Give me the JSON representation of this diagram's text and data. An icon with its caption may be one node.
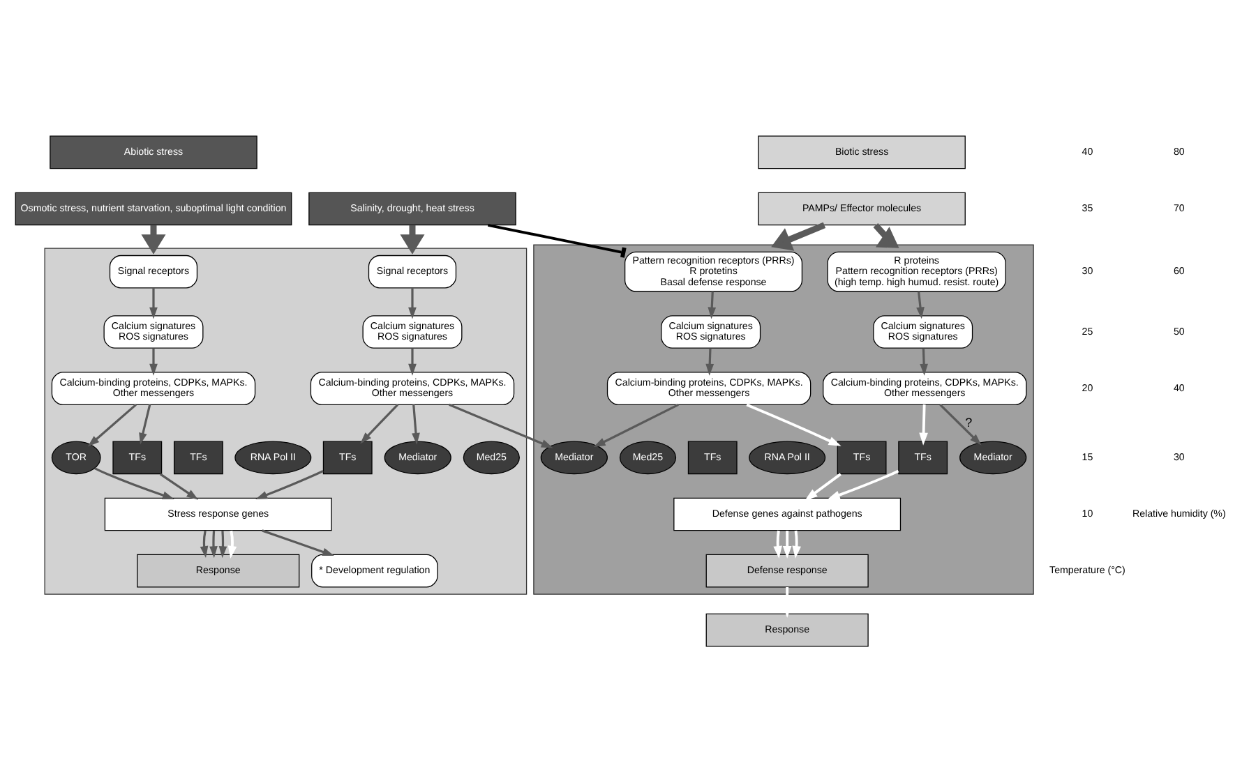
{
  "diagram": {
    "nodes": [
      {
        "text": [
          "Abiotic stress"
        ]
      },
      {
        "text": [
          "Biotic stress"
        ]
      },
      {
        "text": [
          "Osmotic stress, nutrient starvation, suboptimal light condition"
        ]
      },
      {
        "text": [
          "Salinity, drought, heat stress"
        ]
      },
      {
        "text": [
          "PAMPs/ Effector molecules"
        ]
      },
      {
        "text": [],
        "shape": "box"
      },
      {
        "text": [
          "Signal receptors"
        ],
        "in": 5
      },
      {
        "text": [
          "Signal receptors"
        ],
        "in": 5
      },
      {
        "text": [
          "Calcium signatures",
          "ROS signatures"
        ],
        "in": 5
      },
      {
        "text": [
          "Calcium signatures",
          "ROS signatures"
        ],
        "in": 5
      },
      {
        "text": [
          "Calcium-binding proteins, CDPKs, MAPKs.",
          "Other messengers"
        ],
        "in": 5
      },
      {
        "text": [
          "Calcium-binding proteins, CDPKs, MAPKs.",
          "Other messengers"
        ],
        "in": 5
      },
      {
        "text": [
          "TOR"
        ],
        "in": 5
      },
      {
        "text": [
          "TFs"
        ],
        "in": 5
      },
      {
        "text": [
          "Mediator"
        ],
        "in": 5
      },
      {
        "text": [
          "Med25"
        ],
        "in": 5
      },
      {
        "text": [
          "TFs"
        ],
        "in": 5
      },
      {
        "text": [
          "RNA Pol II"
        ],
        "in": 5
      },
      {
        "text": [
          "TFs"
        ],
        "in": 5
      },
      {
        "text": [
          "Stress response genes"
        ],
        "in": 5
      },
      {
        "text": [
          "Response"
        ],
        "in": 5
      },
      {
        "text": [
          "* Development regulation"
        ],
        "in": 5
      },
      {
        "text": [],
        "shape": "box"
      },
      {
        "text": [
          "Pattern recognition receptors (PRRs)",
          "R protetins",
          "Basal defense response"
        ],
        "in": 22
      },
      {
        "text": [
          "R proteins",
          "Pattern recognition receptors (PRRs)",
          "(high temp. high humud. resist. route)"
        ],
        "in": 22
      },
      {
        "text": [
          "Calcium signatures",
          "ROS signatures"
        ],
        "in": 22
      },
      {
        "text": [
          "Calcium signatures",
          "ROS signatures"
        ],
        "in": 22
      },
      {
        "text": [
          "Calcium-binding proteins, CDPKs, MAPKs.",
          "Other messengers"
        ],
        "in": 22
      },
      {
        "text": [
          "Calcium-binding proteins, CDPKs, MAPKs.",
          "Other messengers"
        ],
        "in": 22
      },
      {
        "text": [
          "Mediator"
        ],
        "in": 22
      },
      {
        "text": [
          "Med25"
        ],
        "in": 22
      },
      {
        "text": [
          "TFs"
        ],
        "in": 22
      },
      {
        "text": [
          "RNA Pol II"
        ],
        "in": 22
      },
      {
        "text": [
          "TFs"
        ],
        "in": 22
      },
      {
        "text": [
          "Mediator"
        ],
        "in": 22
      },
      {
        "text": [
          "TFs"
        ],
        "in": 22
      },
      {
        "text": [
          "Defense genes against pathogens"
        ],
        "in": 22
      },
      {
        "text": [
          "Defense response"
        ],
        "in": 22
      },
      {
        "text": [
          "Response"
        ]
      }
    ],
    "edges": [
      {
        "from": 2,
        "to": 5,
        "arrow": "to",
        "style": "thick"
      },
      {
        "from": 3,
        "to": 5,
        "arrow": "to",
        "style": "thick"
      },
      {
        "from": 4,
        "to": 22,
        "arrow": "to",
        "style": "thick"
      },
      {
        "from": 4,
        "to": 22,
        "arrow": "to",
        "style": "thick"
      },
      {
        "from": 3,
        "to": 23,
        "arrow": "other",
        "color": "#000000"
      },
      {
        "from": 6,
        "to": 8,
        "arrow": "to"
      },
      {
        "from": 8,
        "to": 10,
        "arrow": "to"
      },
      {
        "from": 7,
        "to": 9,
        "arrow": "to"
      },
      {
        "from": 9,
        "to": 11,
        "arrow": "to"
      },
      {
        "from": 10,
        "to": 12,
        "arrow": "to"
      },
      {
        "from": 10,
        "to": 13,
        "arrow": "to"
      },
      {
        "from": 11,
        "to": 14,
        "arrow": "to"
      },
      {
        "from": 11,
        "to": 18,
        "arrow": "to"
      },
      {
        "from": 12,
        "to": 19,
        "arrow": "to"
      },
      {
        "from": 13,
        "to": 19,
        "arrow": "to"
      },
      {
        "from": 18,
        "to": 19,
        "arrow": "to"
      },
      {
        "from": 19,
        "to": 21,
        "arrow": "to"
      },
      {
        "from": 19,
        "to": 20,
        "arrow": "to"
      },
      {
        "from": 19,
        "to": 20,
        "arrow": "to"
      },
      {
        "from": 19,
        "to": 20,
        "arrow": "to"
      },
      {
        "from": 19,
        "to": 20,
        "arrow": "to",
        "color": "#ffffff"
      },
      {
        "from": 11,
        "to": 29,
        "arrow": "to"
      },
      {
        "from": 23,
        "to": 25,
        "arrow": "to"
      },
      {
        "from": 25,
        "to": 27,
        "arrow": "to"
      },
      {
        "from": 24,
        "to": 26,
        "arrow": "to"
      },
      {
        "from": 26,
        "to": 28,
        "arrow": "to"
      },
      {
        "from": 27,
        "to": 29,
        "arrow": "to"
      },
      {
        "from": 27,
        "to": 33,
        "arrow": "to",
        "color": "#ffffff"
      },
      {
        "from": 33,
        "to": 36,
        "arrow": "to",
        "color": "#ffffff"
      },
      {
        "from": 28,
        "to": 34,
        "arrow": "to",
        "label": "?"
      },
      {
        "from": 28,
        "to": 35,
        "arrow": "to",
        "color": "#ffffff"
      },
      {
        "from": 35,
        "to": 36,
        "arrow": "to",
        "color": "#ffffff"
      },
      {
        "from": 36,
        "to": 37,
        "arrow": "to",
        "color": "#ffffff"
      },
      {
        "from": 36,
        "to": 37,
        "arrow": "to",
        "color": "#ffffff"
      },
      {
        "from": 36,
        "to": 37,
        "arrow": "to",
        "color": "#ffffff"
      },
      {
        "from": 37,
        "to": 38,
        "arrow": "to",
        "color": "#ffffff"
      }
    ],
    "labels": [
      "40",
      "35",
      "30",
      "25",
      "20",
      "15",
      "10",
      "Temperature (°C)",
      "80",
      "70",
      "60",
      "50",
      "40",
      "30",
      "Relative humidity (%)"
    ]
  }
}
